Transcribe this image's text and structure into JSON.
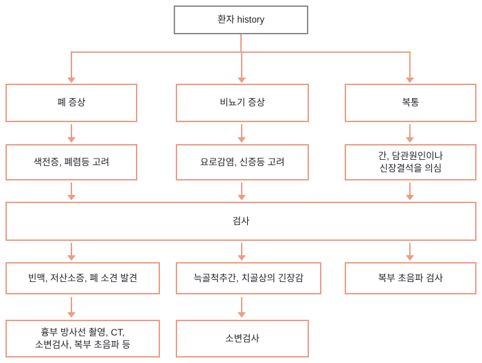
{
  "colors": {
    "accent": "#eb9d84",
    "top_border": "#8b8b8b",
    "text": "#23232b"
  },
  "flowchart": {
    "root": {
      "label": "환자 history"
    },
    "exam": {
      "label": "검사"
    },
    "columns": [
      {
        "id": "pulmonary",
        "symptom": "폐 증상",
        "consider": "색전증, 폐렴등 고려",
        "finding": "빈맥, 저산소증, 폐 소견 발견",
        "test": "흉부 방사선 촬영, CT,\n소변검사, 복부 초음파 등"
      },
      {
        "id": "urinary",
        "symptom": "비뇨기 증상",
        "consider": "요로감염, 신증등 고려",
        "finding": "늑골척추간, 치골상의 긴장감",
        "test": "소변검사"
      },
      {
        "id": "abdominal",
        "symptom": "복통",
        "consider": "간, 담관원인이나\n신장결석을 의심",
        "finding": "복부 초음파 검사",
        "test": null
      }
    ]
  }
}
